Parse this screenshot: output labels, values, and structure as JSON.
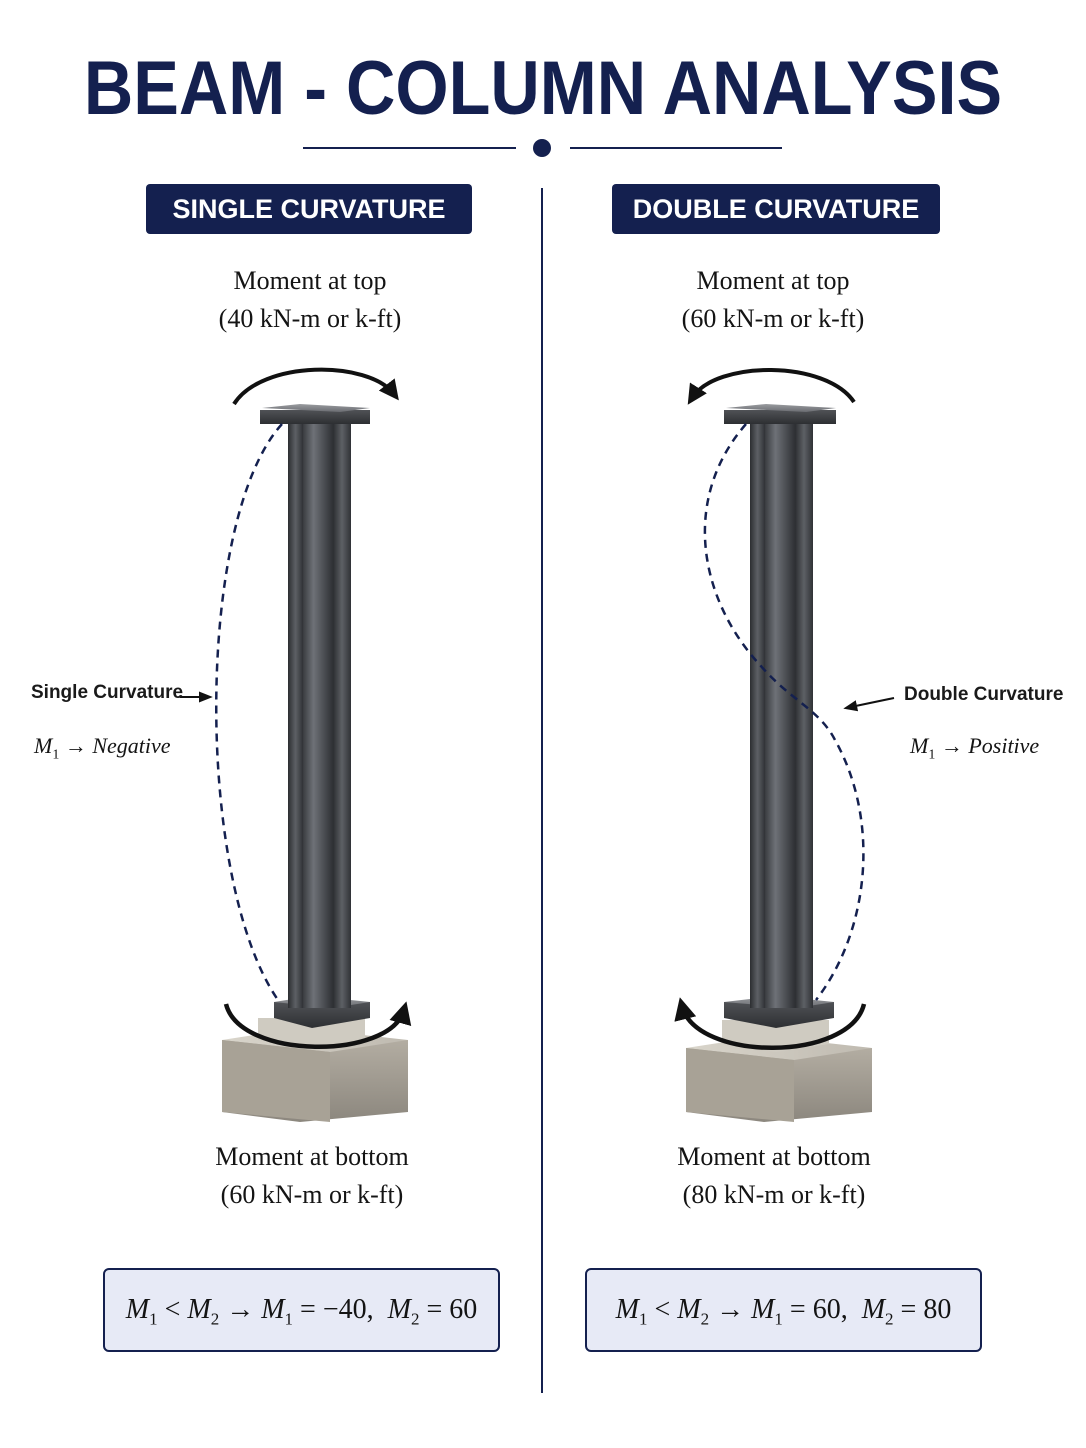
{
  "title": "BEAM - COLUMN ANALYSIS",
  "left": {
    "badge": "SINGLE CURVATURE",
    "top_moment": {
      "line1": "Moment at top",
      "line2": "(40 kN-m or k-ft)"
    },
    "bottom_moment": {
      "line1": "Moment at bottom",
      "line2": "(60 kN-m or k-ft)"
    },
    "curve_label": "Single Curvature",
    "m1_sign": "Negative",
    "formula": {
      "m1_value": "−40",
      "m2_value": "60"
    }
  },
  "right": {
    "badge": "DOUBLE CURVATURE",
    "top_moment": {
      "line1": "Moment at top",
      "line2": "(60 kN-m or k-ft)"
    },
    "bottom_moment": {
      "line1": "Moment at bottom",
      "line2": "(80 kN-m or k-ft)"
    },
    "curve_label": "Double Curvature",
    "m1_sign": "Positive",
    "formula": {
      "m1_value": "60",
      "m2_value": "80"
    }
  },
  "symbols": {
    "m": "M",
    "sub1": "1",
    "sub2": "2",
    "lt": "<",
    "arrow": "→",
    "eq": "="
  },
  "colors": {
    "navy": "#14204f",
    "steel": "#5b5e64",
    "concrete": "#b9b4a8",
    "formula_bg": "#e7eaf6"
  }
}
